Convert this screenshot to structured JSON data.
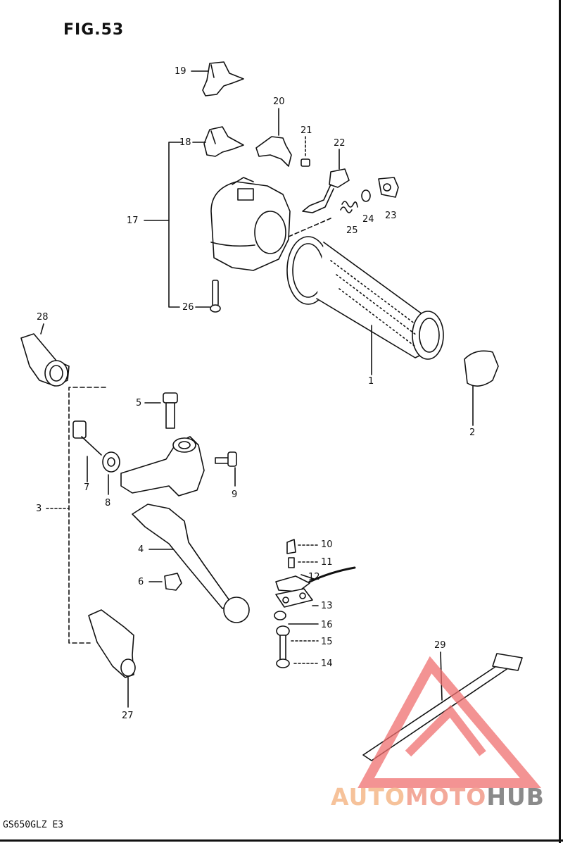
{
  "figure": {
    "title": "FIG.53",
    "model": "GS650GLZ E3"
  },
  "callouts": [
    {
      "id": "1",
      "text": "1"
    },
    {
      "id": "2",
      "text": "2"
    },
    {
      "id": "3",
      "text": "3"
    },
    {
      "id": "4",
      "text": "4"
    },
    {
      "id": "5",
      "text": "5"
    },
    {
      "id": "6",
      "text": "6"
    },
    {
      "id": "7",
      "text": "7"
    },
    {
      "id": "8",
      "text": "8"
    },
    {
      "id": "9",
      "text": "9"
    },
    {
      "id": "10",
      "text": "10"
    },
    {
      "id": "11",
      "text": "11"
    },
    {
      "id": "12",
      "text": "12"
    },
    {
      "id": "13",
      "text": "13"
    },
    {
      "id": "14",
      "text": "14"
    },
    {
      "id": "15",
      "text": "15"
    },
    {
      "id": "16",
      "text": "16"
    },
    {
      "id": "17",
      "text": "17"
    },
    {
      "id": "18",
      "text": "18"
    },
    {
      "id": "19",
      "text": "19"
    },
    {
      "id": "20",
      "text": "20"
    },
    {
      "id": "21",
      "text": "21"
    },
    {
      "id": "22",
      "text": "22"
    },
    {
      "id": "23",
      "text": "23"
    },
    {
      "id": "24",
      "text": "24"
    },
    {
      "id": "25",
      "text": "25"
    },
    {
      "id": "26",
      "text": "26"
    },
    {
      "id": "27",
      "text": "27"
    },
    {
      "id": "28",
      "text": "28"
    },
    {
      "id": "29",
      "text": "29"
    }
  ],
  "watermark": {
    "part1": "AUTO",
    "part2": "MOTO",
    "part3": "HUB",
    "colors": {
      "auto": "#f6c29a",
      "moto": "#f3a99a",
      "hub": "#8a8a8a",
      "logo": "#ef6f6f"
    }
  },
  "colors": {
    "ink": "#111111",
    "background": "#ffffff"
  }
}
